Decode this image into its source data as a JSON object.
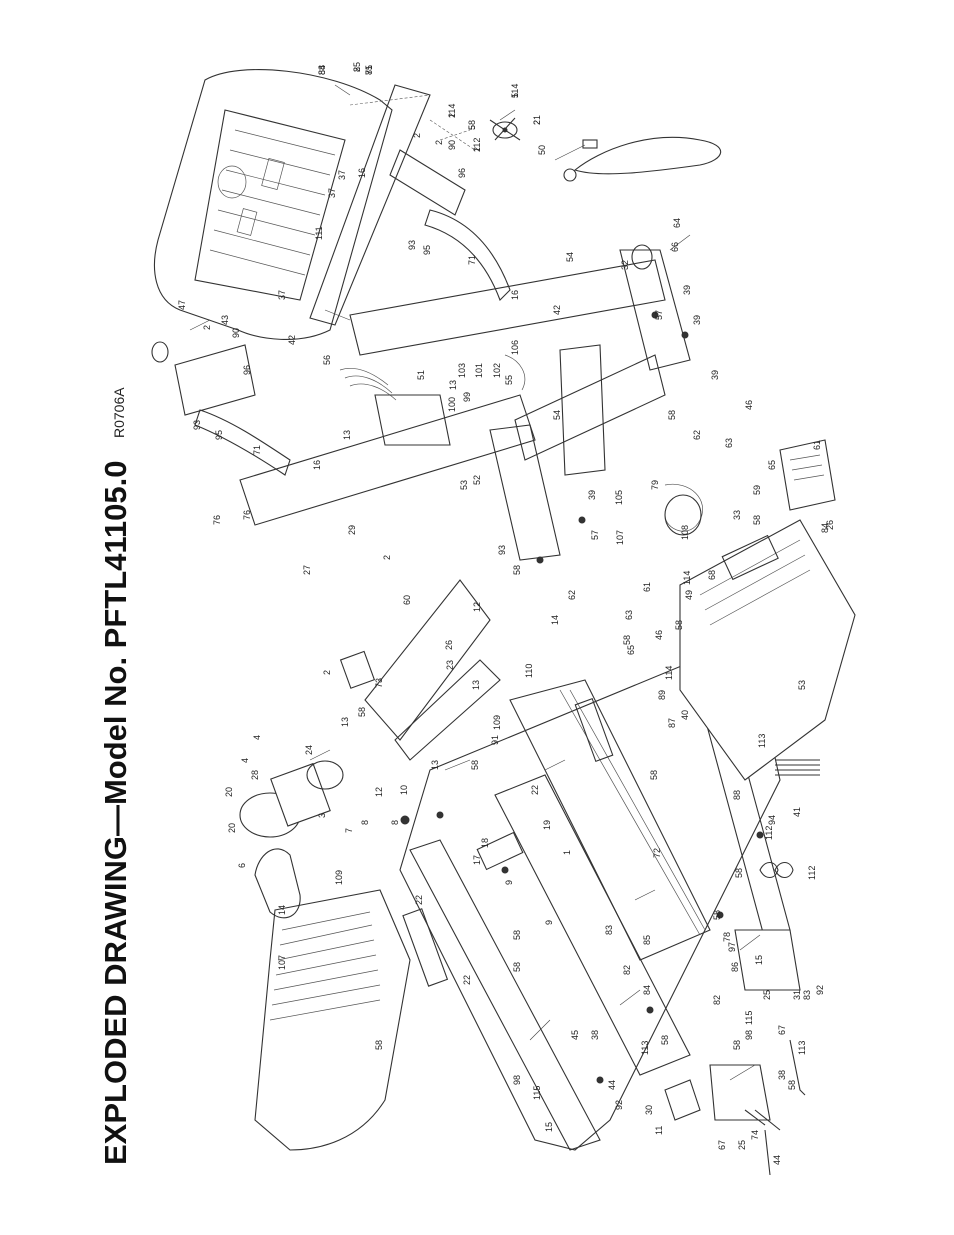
{
  "page": {
    "title": "EXPLODED DRAWING—Model No. PFTL41105.0",
    "drawing_code": "R0706A"
  },
  "callouts": [
    "88",
    "2",
    "75",
    "5",
    "21",
    "5",
    "2",
    "2",
    "2",
    "2",
    "90",
    "96",
    "37",
    "37",
    "16",
    "50",
    "64",
    "54",
    "66",
    "32",
    "39",
    "57",
    "39",
    "42",
    "16",
    "71",
    "93",
    "95",
    "111",
    "37",
    "47",
    "43",
    "2",
    "90",
    "96",
    "42",
    "56",
    "51",
    "103",
    "101",
    "102",
    "55",
    "106",
    "99",
    "100",
    "13",
    "13",
    "54",
    "39",
    "46",
    "58",
    "62",
    "63",
    "61",
    "65",
    "59",
    "26",
    "58",
    "93",
    "95",
    "71",
    "16",
    "76",
    "76",
    "29",
    "53",
    "52",
    "2",
    "27",
    "39",
    "57",
    "105",
    "79",
    "108",
    "33",
    "58",
    "93",
    "114",
    "60",
    "12",
    "14",
    "62",
    "63",
    "61",
    "58",
    "65",
    "107",
    "46",
    "58",
    "2",
    "73",
    "26",
    "23",
    "110",
    "13",
    "109",
    "13",
    "58",
    "4",
    "4",
    "28",
    "20",
    "24",
    "6",
    "20",
    "3",
    "7",
    "8",
    "8",
    "10",
    "12",
    "13",
    "58",
    "91",
    "19",
    "18",
    "17",
    "9",
    "109",
    "14",
    "107",
    "58",
    "22",
    "22",
    "22",
    "1",
    "58",
    "9",
    "58",
    "82",
    "83",
    "84",
    "85",
    "72",
    "58",
    "58",
    "78",
    "97",
    "86",
    "15",
    "115",
    "98",
    "25",
    "67",
    "45",
    "44",
    "38",
    "113",
    "92",
    "30",
    "11",
    "58",
    "115",
    "15",
    "98",
    "67",
    "25",
    "74",
    "58",
    "58",
    "44",
    "113",
    "92",
    "38",
    "31",
    "112",
    "41",
    "94",
    "112",
    "88",
    "113",
    "114",
    "40",
    "89",
    "58",
    "87",
    "53",
    "49",
    "68",
    "84",
    "83",
    "82",
    "84",
    "85",
    "81",
    "114",
    "2",
    "58",
    "112",
    "114"
  ]
}
